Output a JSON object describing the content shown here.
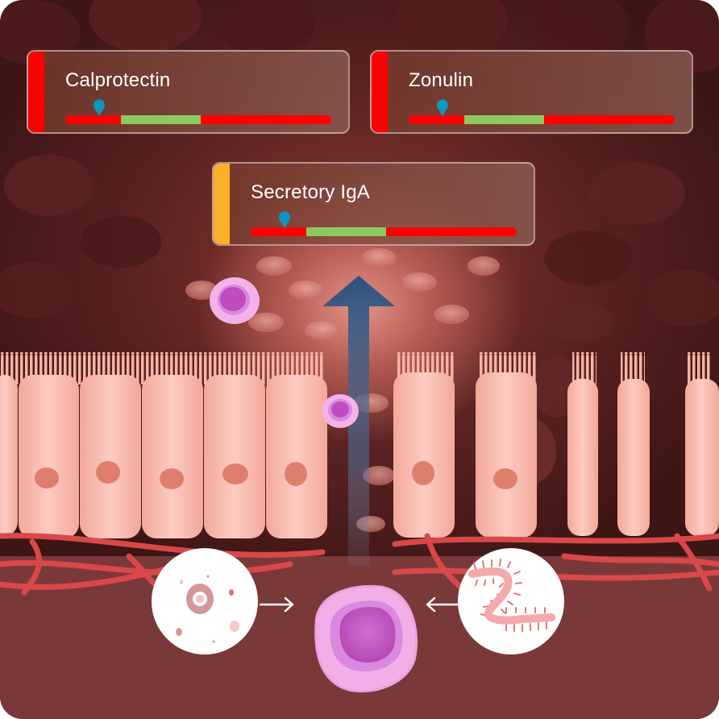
{
  "figure": {
    "description": "Gut epithelial barrier illustration with biomarker gauges"
  },
  "biomarkers": [
    {
      "name": "Calprotectin",
      "status_color": "#ff0000",
      "range_segments": [
        {
          "label": "low",
          "color": "#ff0000",
          "fraction": 0.21
        },
        {
          "label": "normal",
          "color": "#8ec863",
          "fraction": 0.3
        },
        {
          "label": "high",
          "color": "#ff0000",
          "fraction": 0.49
        }
      ],
      "marker_position": 0.13,
      "marker_color": "#0b98c0"
    },
    {
      "name": "Zonulin",
      "status_color": "#ff0000",
      "range_segments": [
        {
          "label": "low",
          "color": "#ff0000",
          "fraction": 0.21
        },
        {
          "label": "normal",
          "color": "#8ec863",
          "fraction": 0.3
        },
        {
          "label": "high",
          "color": "#ff0000",
          "fraction": 0.49
        }
      ],
      "marker_position": 0.13,
      "marker_color": "#0b98c0"
    },
    {
      "name": "Secretory IgA",
      "status_color": "#fbb02a",
      "range_segments": [
        {
          "label": "low",
          "color": "#ff0000",
          "fraction": 0.21
        },
        {
          "label": "normal",
          "color": "#8ec863",
          "fraction": 0.3
        },
        {
          "label": "high",
          "color": "#ff0000",
          "fraction": 0.49
        }
      ],
      "marker_position": 0.13,
      "marker_color": "#0b98c0"
    }
  ],
  "illustration": {
    "upward_arrow_color": "#2a5a8a",
    "cell_color": "#f7b5a8",
    "nucleus_color": "#e07e6e",
    "vessel_color": "#d94848",
    "immune_cell_color": "#d45cc8",
    "left_inset": "food-particle-icon",
    "right_inset": "microbe-worm-icon"
  }
}
